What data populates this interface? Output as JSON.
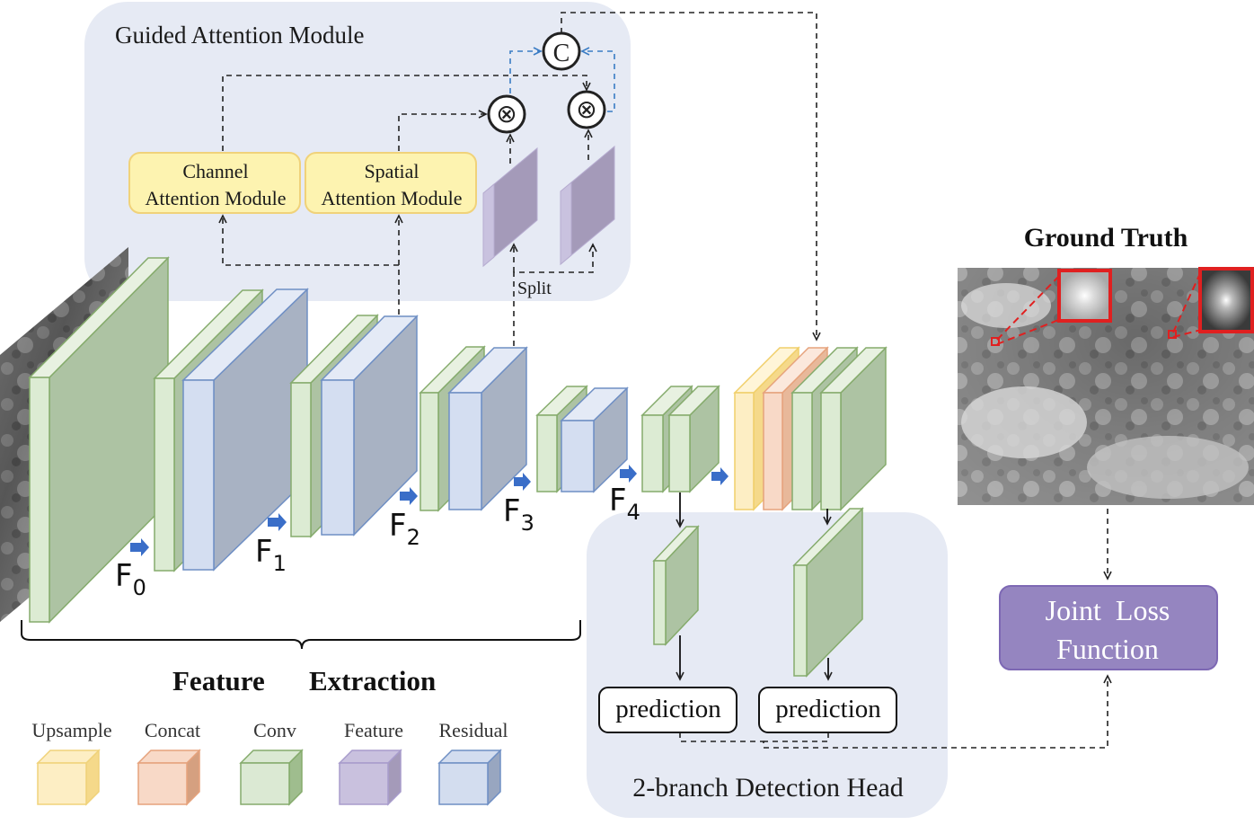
{
  "gam": {
    "title": "Guided Attention Module",
    "channel_line1": "Channel",
    "channel_line2": "Attention Module",
    "spatial_line1": "Spatial",
    "spatial_line2": "Attention Module",
    "concat_symbol": "C",
    "multiply_symbol": "⊗",
    "split_label": "Split"
  },
  "features": {
    "f_letter": "F",
    "f0": "0",
    "f1": "1",
    "f2": "2",
    "f3": "3",
    "f4": "4"
  },
  "feature_extraction": {
    "word1": "Feature",
    "word2": "Extraction"
  },
  "head": {
    "title": "2-branch Detection Head",
    "prediction_1": "prediction",
    "prediction_2": "prediction"
  },
  "ground_truth": {
    "title": "Ground Truth"
  },
  "loss": {
    "line1": "Joint  Loss",
    "line2": "Function"
  },
  "legend": [
    {
      "label": "Upsample",
      "color": "#fdeec4"
    },
    {
      "label": "Concat",
      "color": "#f8d9c7"
    },
    {
      "label": "Conv",
      "color": "#dbe9d3"
    },
    {
      "label": "Feature",
      "color": "#c9c1de"
    },
    {
      "label": "Residual",
      "color": "#d3ddef"
    }
  ],
  "colors": {
    "panel_bg": "#e6eaf4",
    "conv_front": "#dcebd3",
    "conv_side": "#adc3a3",
    "conv_stroke": "#85ab6c",
    "residual_front": "#d4def1",
    "residual_side": "#a8b2c3",
    "residual_stroke": "#6f8fc4",
    "feature_front": "#c9c2df",
    "feature_side": "#a49ab9",
    "module_fill": "#fdf3b0",
    "module_stroke": "#f0d27a",
    "loss_fill": "#9585c0",
    "loss_stroke": "#7d68b4",
    "arrow_blue": "#3a6ec8",
    "highlight_red": "#e02020"
  }
}
